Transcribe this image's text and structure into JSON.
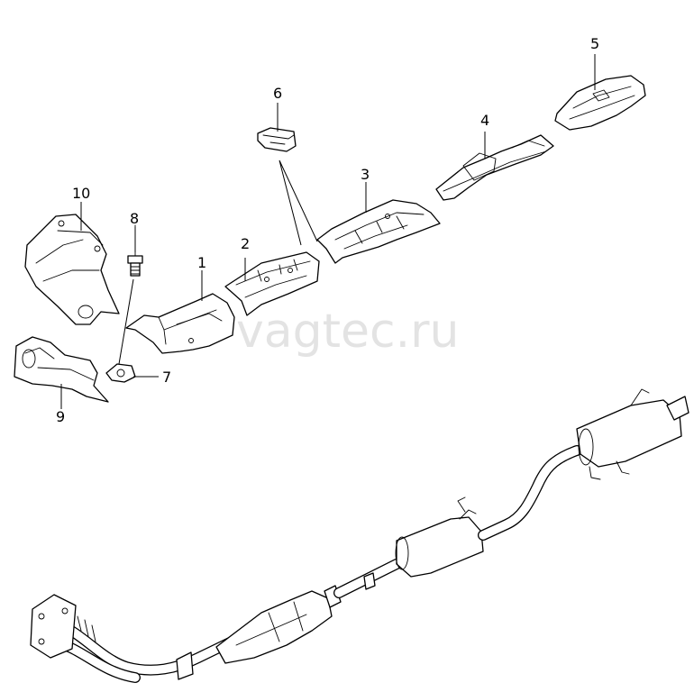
{
  "watermark": "vagtec.ru",
  "callouts": {
    "c1": "1",
    "c2": "2",
    "c3": "3",
    "c4": "4",
    "c5": "5",
    "c6": "6",
    "c7": "7",
    "c8": "8",
    "c9": "9",
    "c10": "10"
  }
}
